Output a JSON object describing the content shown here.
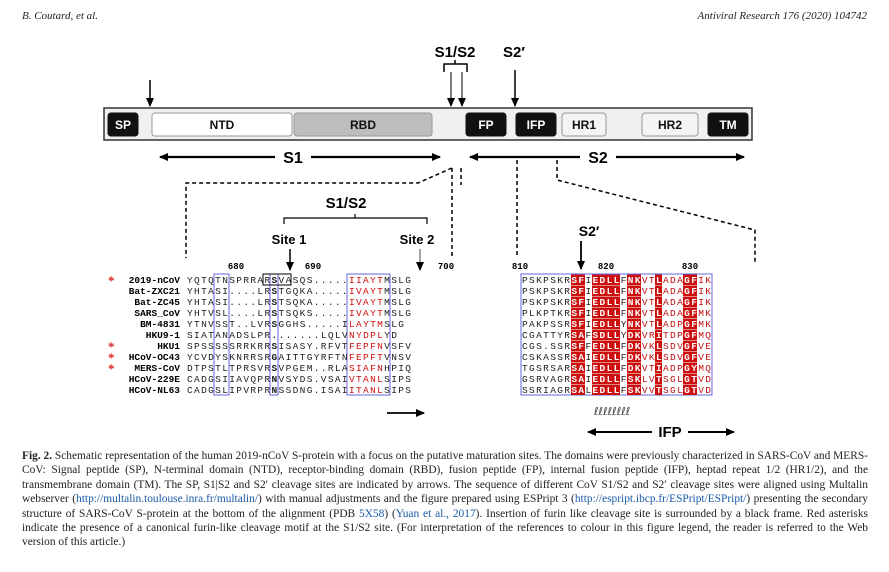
{
  "header": {
    "author": "B. Coutard, et al.",
    "journal": "Antiviral Research 176 (2020) 104742"
  },
  "figure": {
    "domains": [
      {
        "label": "SP",
        "style": "dark"
      },
      {
        "label": "NTD",
        "style": "white"
      },
      {
        "label": "RBD",
        "style": "gray"
      },
      {
        "label": "FP",
        "style": "dark"
      },
      {
        "label": "IFP",
        "style": "dark"
      },
      {
        "label": "HR1",
        "style": "light"
      },
      {
        "label": "HR2",
        "style": "light"
      },
      {
        "label": "TM",
        "style": "dark"
      }
    ],
    "cleavage_top_label": "S1/S2",
    "s2prime_top_label": "S2′",
    "s1_label": "S1",
    "s2_label": "S2",
    "alignment_title": "S1/S2",
    "site1_label": "Site 1",
    "site2_label": "Site 2",
    "s2prime_label": "S2′",
    "ifp_label": "IFP",
    "left_ticks": [
      "680",
      "690",
      "700"
    ],
    "right_ticks": [
      "810",
      "820",
      "830"
    ],
    "sequence_names": [
      {
        "name": "2019-nCoV",
        "star": "*"
      },
      {
        "name": "Bat-ZXC21",
        "star": ""
      },
      {
        "name": "Bat-ZC45",
        "star": ""
      },
      {
        "name": "SARS_CoV",
        "star": ""
      },
      {
        "name": "BM-4831",
        "star": ""
      },
      {
        "name": "HKU9-1",
        "star": ""
      },
      {
        "name": "HKU1",
        "star": "*"
      },
      {
        "name": "HCoV-OC43",
        "star": "*"
      },
      {
        "name": "MERS-CoV",
        "star": "*"
      },
      {
        "name": "HCoV-229E",
        "star": ""
      },
      {
        "name": "HCoV-NL63",
        "star": ""
      }
    ],
    "left_sequences": [
      "YQTQTNSPRRARSVASQS.....IIAYTMSLG",
      "YHTASI....LRSTGQKA.....IVAYTMSLG",
      "YHTASI....LRSTSQKA.....IVAYTMSLG",
      "YHTVSL....LRSTSQKS.....IVAYTMSLG",
      "YTNVSST..LVRSGGHS.....ILAYTMSLG",
      "SIATANADSLPR.......LQLVNYDPLYD",
      "SPSSSSSRRKRRSISASY.RFVTFEPFNVSFV",
      "YCVDYSKNRRSRGAITTGYRFTNFEPFTVNSV",
      "DTPSTLTPRSVRSVPGEM..RLASIAFNHPIQ",
      "CADGSIIAVQPRNVSYDS.VSAIVTANLSIPS",
      "CADGSLIPVRPRNSSDNG.ISAIITANLSIPS"
    ],
    "right_sequences": [
      "PSKPSKRSFIEDLLFNKVTLADAGFIK",
      "PSKPSKRSFIEDLLFNKVTLADAGFIK",
      "PSKPSKRSFIEDLLFNKVTLADAGFIK",
      "PLKPTKRSFIEDLLFNKVTLADAGFMK",
      "PAKPSSRSFIEDLLYNKVTLADPGFMK",
      "CGATTYRSAFSDLLYDKVRITDPGFMQ",
      "CGS.SSRSFFEDLLFDKVKLSDVGFVE",
      "CSKASSRSAIEDLLFDKVKLSDVGFVE",
      "TGSRSARSAIEDLLFDKVTIADPGYMQ",
      "GSRVAGRSAIEDLLFSKLVTSGLGTVD",
      "SSRIAGRSALEDLLFSKVVTSGLGTVD"
    ],
    "secondary_structure": "ℓℓℓℓℓℓℓℓ"
  },
  "caption": {
    "fig_label": "Fig. 2.",
    "part1": " Schematic representation of the human 2019-nCoV S-protein with a focus on the putative maturation sites. The domains were previously characterized in SARS-CoV and MERS-CoV: Signal peptide (SP), N-terminal domain (NTD), receptor-binding domain (RBD), fusion peptide (FP), internal fusion peptide (IFP), heptad repeat 1/2 (HR1/2), and the transmembrane domain (TM). The SP, S1|S2 and S2′ cleavage sites are indicated by arrows. The sequence of different CoV S1/S2 and S2′ cleavage sites were aligned using Multalin webserver (",
    "link1": "http://multalin.toulouse.inra.fr/multalin/",
    "part2": ") with manual adjustments and the figure prepared using ESPript 3 (",
    "link2": "http://espript.ibcp.fr/ESPript/ESPript/",
    "part3": ") presenting the secondary structure of SARS-CoV S-protein at the bottom of the alignment (PDB ",
    "link3": "5X58",
    "part4": ") (",
    "link4": "Yuan et al., 2017",
    "part5": "). Insertion of furin like cleavage site is surrounded by a black frame. Red asterisks indicate the presence of a canonical furin-like cleavage motif at the S1/S2 site. (For interpretation of the references to colour in this figure legend, the reader is referred to the Web version of this article.)"
  }
}
